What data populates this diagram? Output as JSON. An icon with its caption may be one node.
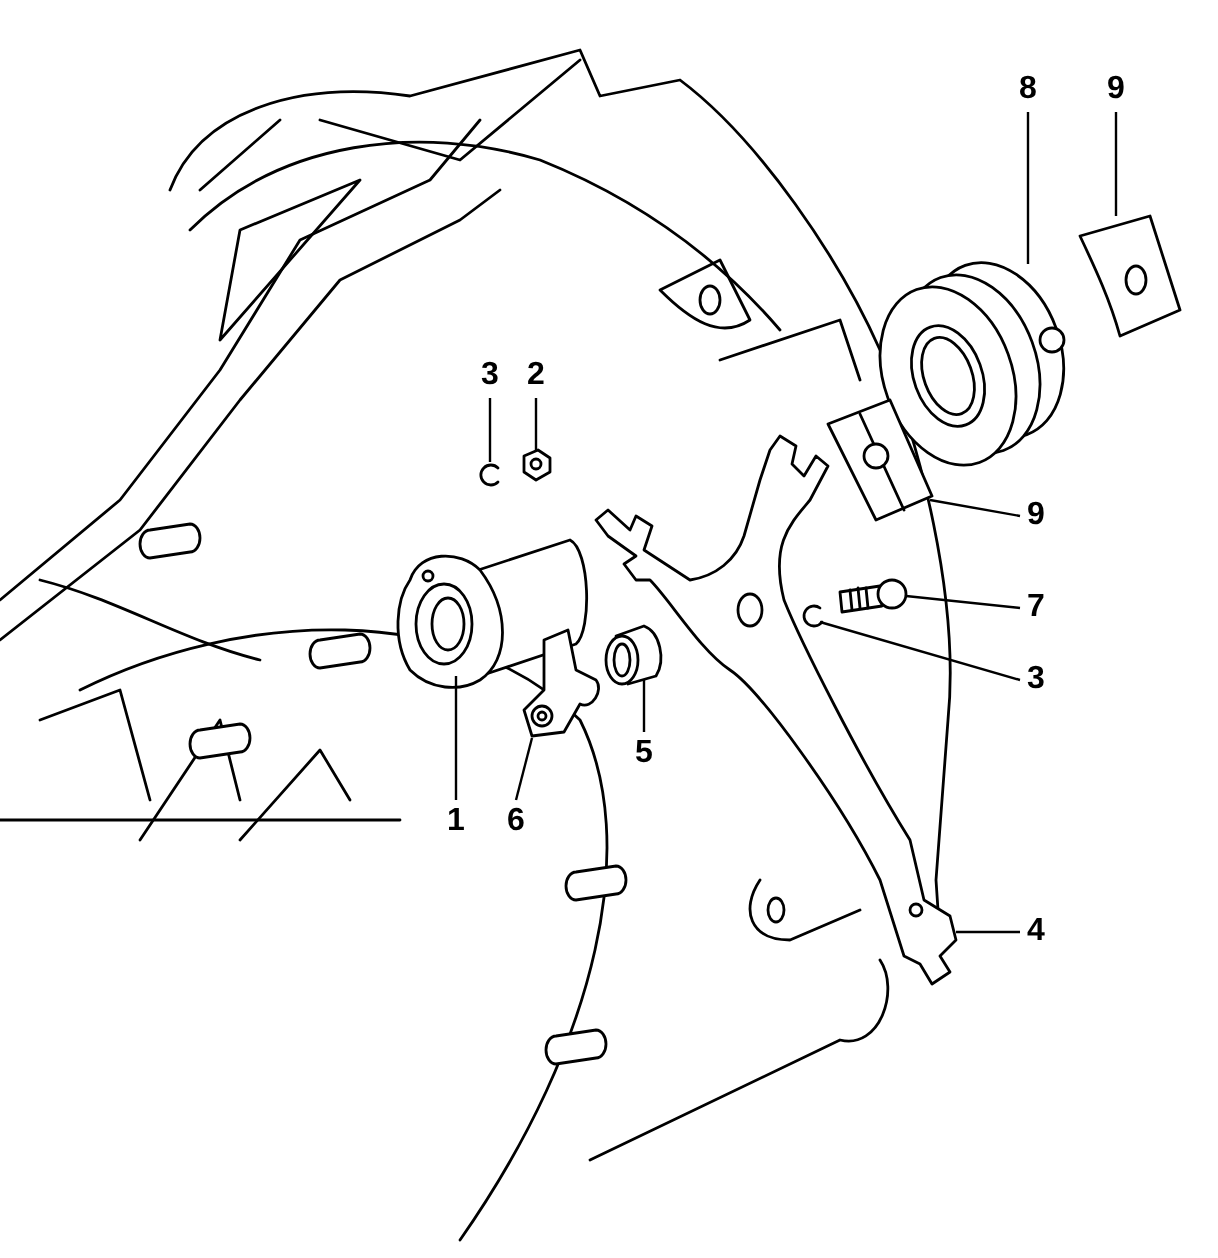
{
  "diagram": {
    "nodes": [
      {
        "text": [
          "8"
        ]
      },
      {
        "text": [
          "9"
        ]
      },
      {
        "text": [
          "3"
        ]
      },
      {
        "text": [
          "2"
        ]
      },
      {
        "text": [
          "9"
        ]
      },
      {
        "text": [
          "7"
        ]
      },
      {
        "text": [
          "3"
        ]
      },
      {
        "text": [
          "5"
        ]
      },
      {
        "text": [
          "1"
        ]
      },
      {
        "text": [
          "6"
        ]
      },
      {
        "text": [
          "4"
        ]
      },
      {
        "text": [],
        "shape": "picture"
      },
      {
        "text": [],
        "shape": "picture"
      },
      {
        "text": [],
        "shape": "picture"
      },
      {
        "text": [],
        "shape": "picture"
      },
      {
        "text": [],
        "shape": "picture"
      },
      {
        "text": [],
        "shape": "picture"
      },
      {
        "text": [],
        "shape": "picture"
      },
      {
        "text": [],
        "shape": "picture"
      },
      {
        "text": [],
        "shape": "picture"
      },
      {
        "text": [],
        "shape": "picture"
      },
      {
        "text": [],
        "shape": "picture"
      }
    ],
    "edges": [
      {
        "from": 0,
        "to": 11,
        "arrow": "none"
      },
      {
        "from": 1,
        "to": 12,
        "arrow": "none"
      },
      {
        "from": 2,
        "to": 13,
        "arrow": "none"
      },
      {
        "from": 3,
        "to": 14,
        "arrow": "none"
      },
      {
        "from": 4,
        "to": 15,
        "arrow": "none"
      },
      {
        "from": 5,
        "to": 16,
        "arrow": "none"
      },
      {
        "from": 6,
        "to": 17,
        "arrow": "none"
      },
      {
        "from": 7,
        "to": 18,
        "arrow": "none"
      },
      {
        "from": 8,
        "to": 19,
        "arrow": "none"
      },
      {
        "from": 9,
        "to": 20,
        "arrow": "none"
      },
      {
        "from": 10,
        "to": 21,
        "arrow": "none"
      }
    ]
  }
}
